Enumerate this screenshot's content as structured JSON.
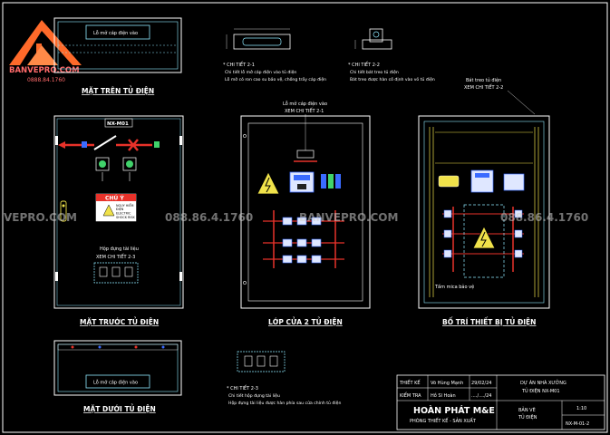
{
  "logo": {
    "brand": "BANVEPRO.COM",
    "phone": "0888.84.1760"
  },
  "watermark": {
    "left_partial": "VEPRO.COM",
    "phone_1": "088.86.4.1760",
    "brand_mid": "BANVEPRO.COM",
    "phone_2": "088.86.4.1760"
  },
  "views": {
    "top": {
      "title": "MẶT TRÊN TỦ ĐIỆN",
      "hole_label": "Lỗ mở cáp điện vào"
    },
    "front": {
      "title": "MẶT TRƯỚC TỦ ĐIỆN",
      "panel_tag": "NX-M01",
      "warning_heading": "CHÚ Ý",
      "warning_line1": "NGUY HIỂM",
      "warning_line2": "ĐIỆN",
      "warning_line3": "ELECTRIC",
      "warning_line4": "SHOCK RISK",
      "doc_holder_1": "Hộp đựng tài liệu",
      "doc_holder_2": "XEM CHI TIẾT 2-3"
    },
    "door": {
      "title": "LỚP CỬA 2 TỦ ĐIỆN",
      "hole_1": "Lỗ mở cáp điện vào",
      "hole_2": "XEM CHI TIẾT 2-1"
    },
    "layout": {
      "title": "BỐ TRÍ THIẾT BỊ TỦ ĐIỆN",
      "note_1": "Bát treo tủ điện",
      "note_2": "XEM CHI TIẾT 2-2",
      "protect_cover": "Tấm mica bảo vệ"
    },
    "bottom": {
      "title": "MẶT DƯỚI TỦ ĐIỆN",
      "hole_label": "Lỗ mở cáp điện vào"
    }
  },
  "details": {
    "d21": {
      "title": "* CHI TIẾT 2-1",
      "line1": "Chi tiết lỗ mở cáp điện vào tủ điện",
      "line2": "Lỗ mở có ron cao su bảo vệ, chống trầy cáp điện"
    },
    "d22": {
      "title": "* CHI TIẾT 2-2",
      "line1": "Chi tiết bát treo tủ điện",
      "line2": "Bát treo được hàn cố định vào vỏ tủ điện"
    },
    "d23": {
      "title": "* CHI TIẾT 2-3",
      "line1": "Chi tiết hộp đựng tài liệu",
      "line2": "Hộp đựng tài liệu được hàn phía sau cửa chính tủ điện"
    }
  },
  "title_block": {
    "designed_label": "THIẾT KẾ",
    "designed_by": "Võ Hùng Mạnh",
    "designed_date": "29/02/24",
    "checked_label": "KIỂM TRA",
    "checked_by": "Hồ Sĩ Hoàn",
    "checked_date": "..../..../24",
    "company": "HOÀN PHÁT M&E",
    "department": "PHÒNG THIẾT KẾ - SẢN XUẤT",
    "project_1": "DỰ ÁN NHÀ XƯỞNG",
    "project_2": "TỦ ĐIỆN NX-M01",
    "sheet_1": "BẢN VẼ",
    "sheet_2": "TỦ ĐIỆN",
    "scale": "1:10",
    "drawing_no": "NX-M-01-2"
  },
  "colors": {
    "outline": "#ffffff",
    "cyan": "#8fe9ff",
    "yellow": "#f0e24a",
    "red": "#e8322a",
    "blue": "#3a6bff",
    "green": "#41d36b",
    "logo_orange": "#ff6a2a"
  },
  "icons": [
    "house-logo-icon",
    "lightning-warning-icon",
    "danger-sign-icon",
    "breaker-icon",
    "hinge-icon"
  ]
}
